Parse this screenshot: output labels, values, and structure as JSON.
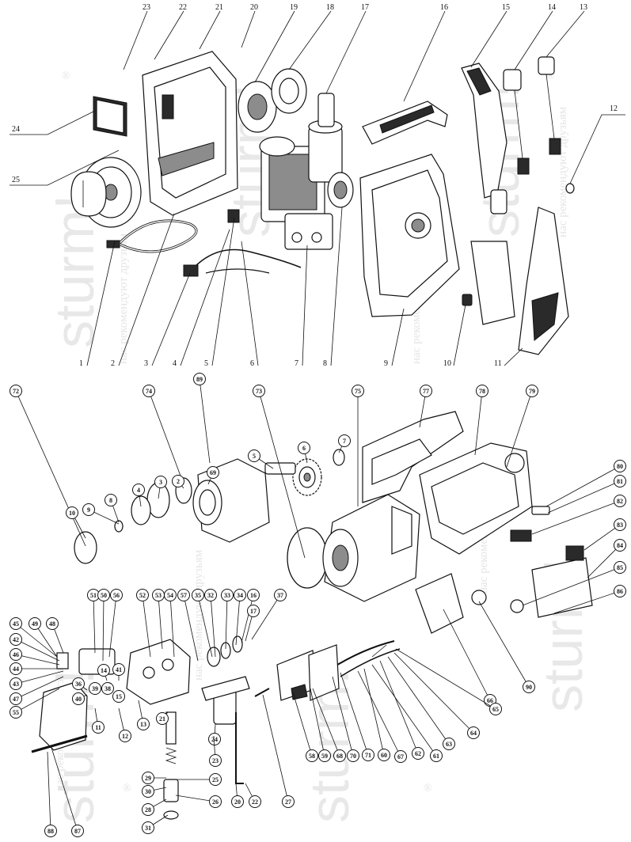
{
  "upper_callouts": [
    "1",
    "2",
    "3",
    "4",
    "5",
    "6",
    "7",
    "8",
    "9",
    "10",
    "11",
    "12",
    "13",
    "14",
    "15",
    "16",
    "17",
    "18",
    "19",
    "20",
    "21",
    "22",
    "23",
    "24",
    "25"
  ],
  "lower_callouts": [
    "72",
    "74",
    "89",
    "73",
    "75",
    "77",
    "78",
    "79",
    "80",
    "81",
    "82",
    "83",
    "84",
    "85",
    "86",
    "90",
    "66",
    "65",
    "64",
    "63",
    "62",
    "61",
    "60",
    "67",
    "71",
    "70",
    "68",
    "59",
    "58",
    "69",
    "2",
    "3",
    "4",
    "5",
    "6",
    "7",
    "8",
    "9",
    "10",
    "45",
    "42",
    "46",
    "44",
    "43",
    "47",
    "55",
    "49",
    "48",
    "51",
    "50",
    "56",
    "52",
    "53",
    "54",
    "57",
    "35",
    "32",
    "33",
    "34",
    "16",
    "17",
    "37",
    "36",
    "40",
    "39",
    "38",
    "41",
    "14",
    "15",
    "13",
    "12",
    "11",
    "21",
    "24",
    "23",
    "25",
    "26",
    "20",
    "22",
    "27",
    "29",
    "30",
    "28",
    "31",
    "88",
    "87"
  ],
  "watermark": {
    "brand": "sturm!",
    "slogan": "нас рекомендуют друзьям",
    "registered": "®"
  },
  "colors": {
    "line": "#111111",
    "background": "#ffffff",
    "watermark": "#d6d6d6"
  }
}
